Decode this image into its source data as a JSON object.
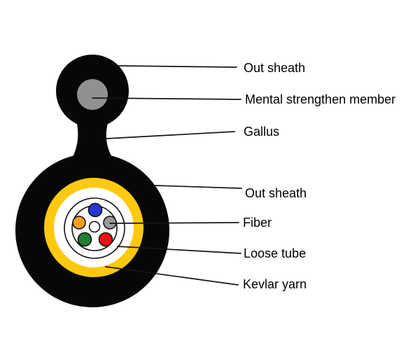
{
  "diagram": {
    "background": "#ffffff",
    "labels": {
      "out_sheath_top": "Out sheath",
      "mental_strengthen_member": "Mental strengthen member",
      "gallus": "Gallus",
      "out_sheath_main": "Out sheath",
      "fiber": "Fiber",
      "loose_tube": "Loose tube",
      "kevlar_yarn": "Kevlar yarn"
    },
    "colors": {
      "sheath_black": "#070707",
      "strength_member_gray": "#919191",
      "kevlar_yellow": "#ffc90f",
      "tube_white": "#ffffff",
      "outline_black": "#111111",
      "fiber_blue": "#2338d4",
      "fiber_orange": "#ff9e1f",
      "fiber_gray": "#9a9a9a",
      "fiber_green": "#1e8030",
      "fiber_red": "#ee1111",
      "leader_line": "#161616",
      "label_text": "#000000"
    }
  }
}
